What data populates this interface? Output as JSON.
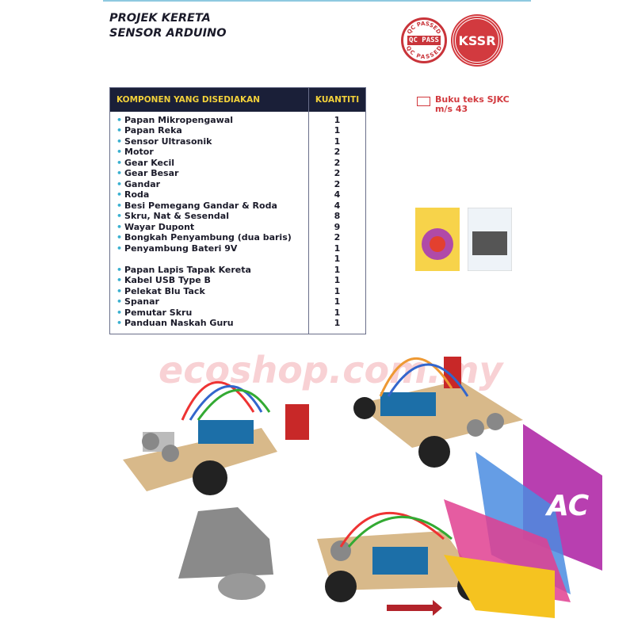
{
  "title": [
    "PROJEK KERETA",
    "SENSOR ARDUINO"
  ],
  "badges": {
    "qc": "QC PASS",
    "qc_ring": "QC PASSED",
    "kssr": "KSSR"
  },
  "table": {
    "headers": [
      "KOMPONEN YANG DISEDIAKAN",
      "KUANTITI"
    ],
    "rows": [
      [
        "Papan Mikropengawal",
        "1"
      ],
      [
        "Papan Reka",
        "1"
      ],
      [
        "Sensor Ultrasonik",
        "1"
      ],
      [
        "Motor",
        "2"
      ],
      [
        "Gear Kecil",
        "2"
      ],
      [
        "Gear Besar",
        "2"
      ],
      [
        "Gandar",
        "2"
      ],
      [
        "Roda",
        "4"
      ],
      [
        "Besi Pemegang Gandar & Roda",
        "4"
      ],
      [
        "Skru, Nat & Sesendal",
        "8"
      ],
      [
        "Wayar Dupont",
        "9"
      ],
      [
        "Bongkah Penyambung (dua baris)",
        "2"
      ],
      [
        "Penyambung Bateri 9V",
        "1"
      ],
      [
        "",
        "1"
      ],
      [
        "Papan Lapis Tapak Kereta",
        "1"
      ],
      [
        "Kabel USB Type B",
        "1"
      ],
      [
        "Pelekat Blu Tack",
        "1"
      ],
      [
        "Spanar",
        "1"
      ],
      [
        "Pemutar Skru",
        "1"
      ],
      [
        "Panduan Naskah Guru",
        "1"
      ]
    ]
  },
  "book": {
    "icon": "book-icon",
    "text": [
      "Buku teks SJKC",
      "m/s 43"
    ]
  },
  "watermark": "ecoshop.com.my",
  "logo": "AC",
  "colors": {
    "header_bg": "#1a1f38",
    "header_text": "#f2d13a",
    "accent_red": "#d23a3f"
  }
}
